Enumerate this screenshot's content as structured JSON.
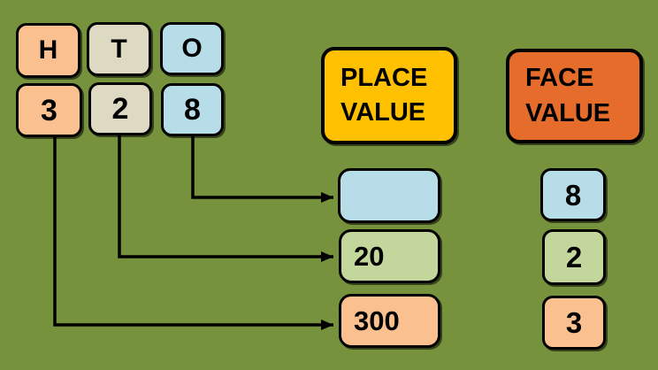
{
  "palette": {
    "background": "#76923C",
    "peach": "#FAC090",
    "tan": "#DDD9C3",
    "blue": "#B6DDE8",
    "green": "#C3D69B",
    "yellow": "#FFC000",
    "orange": "#E56C2A",
    "border": "#000000",
    "text": "#000000"
  },
  "number_panel": {
    "columns": [
      {
        "letter": "H",
        "digit": "3",
        "color": "peach"
      },
      {
        "letter": "T",
        "digit": "2",
        "color": "tan"
      },
      {
        "letter": "O",
        "digit": "8",
        "color": "blue"
      }
    ]
  },
  "headers": {
    "place_value": {
      "line1": "PLACE",
      "line2": "VALUE"
    },
    "face_value": {
      "line1": "FACE",
      "line2": "VALUE"
    }
  },
  "place_values": [
    {
      "value": "",
      "color": "blue",
      "note": "empty answer box pointed to by arrow from ones digit 8"
    },
    {
      "value": "20",
      "color": "green"
    },
    {
      "value": "300",
      "color": "peach"
    }
  ],
  "face_values": [
    {
      "value": "8",
      "color": "blue"
    },
    {
      "value": "2",
      "color": "green"
    },
    {
      "value": "3",
      "color": "peach"
    }
  ]
}
